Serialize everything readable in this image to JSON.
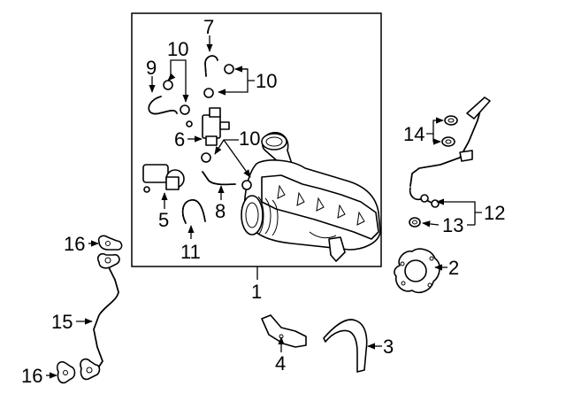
{
  "callouts": {
    "c1": "1",
    "c2": "2",
    "c3": "3",
    "c4": "4",
    "c5": "5",
    "c6": "6",
    "c7": "7",
    "c8": "8",
    "c9": "9",
    "c10a": "10",
    "c10b": "10",
    "c10c": "10",
    "c11": "11",
    "c12": "12",
    "c13": "13",
    "c14": "14",
    "c15": "15",
    "c16a": "16",
    "c16b": "16"
  }
}
